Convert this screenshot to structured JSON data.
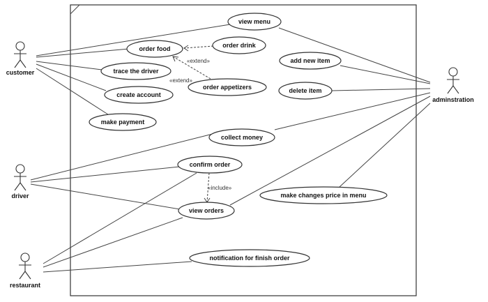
{
  "actors": {
    "customer": "customer",
    "driver": "driver",
    "restaurant": "restaurant",
    "administration": "adminstration"
  },
  "use_cases": {
    "view_menu": "view menu",
    "order_food": "order food",
    "order_drink": "order drink",
    "trace_driver": "trace the driver",
    "create_account": "create account",
    "order_appetizers": "order appetizers",
    "make_payment": "make payment",
    "add_new_item": "add new item",
    "delete_item": "delete item",
    "collect_money": "collect money",
    "confirm_order": "confirm order",
    "view_orders": "view orders",
    "make_changes_price": "make changes price in menu",
    "notification_finish_order": "notification for finish order"
  },
  "relations": {
    "extend_drink": "«extend»",
    "extend_appetizers": "«extend»",
    "include_view_orders": "«include»"
  }
}
